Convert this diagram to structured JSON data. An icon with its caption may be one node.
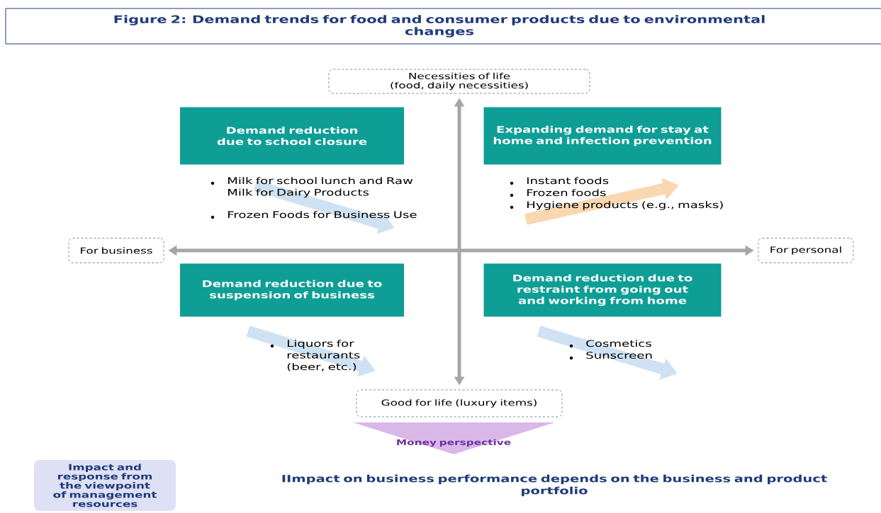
{
  "diagram": {
    "title": "Figure 2: Demand trends for food and consumer products due to environmental changes",
    "nodes": [
      {
        "text": [
          "Necessities of life (food, daily necessities)"
        ]
      },
      {
        "text": [
          "For business"
        ]
      },
      {
        "text": [
          "For personal"
        ]
      },
      {
        "text": [
          "Good for life (luxury items)"
        ]
      },
      {
        "text": [
          "Demand reduction due to school closure"
        ]
      },
      {
        "text": [
          "Expanding demand for stay at home and infection prevention"
        ]
      },
      {
        "text": [
          "Demand reduction due to suspension of business"
        ]
      },
      {
        "text": [
          "Demand reduction due to restraint from going out and working from home"
        ]
      },
      {
        "text": [
          "Money perspective"
        ]
      },
      {
        "text": [
          "Impact and response from the viewpoint of management resources"
        ]
      }
    ],
    "edges": [
      {
        "from": 0,
        "to": 3,
        "arrow": "both"
      },
      {
        "from": 1,
        "to": 2,
        "arrow": "both"
      }
    ],
    "labels": [
      "Milk for school lunch and Raw Milk for Dairy Products",
      "Frozen Foods for Business Use",
      "Instant foods",
      "Frozen foods",
      "Hygiene products (e.g., masks)",
      "Liquors for restaurants (beer, etc.)",
      "Cosmetics",
      "Sunscreen",
      "IImpact on business performance depends on the business and product portfolio"
    ]
  }
}
